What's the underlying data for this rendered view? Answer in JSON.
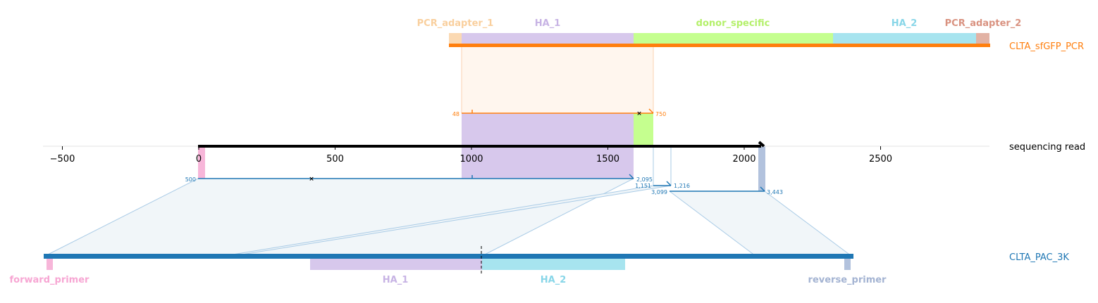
{
  "colors": {
    "ref": "#ff7f0e",
    "read": "#000000",
    "target": "#1f77b4",
    "pcr_adapter_1": "#fbd9b2",
    "pcr_adapter_1_text": "#f9cf9d",
    "ha_1": "#d7c8ec",
    "ha_1_text": "#c7b3e4",
    "donor_specific": "#c5ff8f",
    "donor_specific_text": "#b4f06a",
    "ha_2": "#a7e4ef",
    "ha_2_text": "#88d6e8",
    "pcr_adapter_2": "#e2b2a4",
    "pcr_adapter_2_text": "#d99280",
    "forward_primer": "#f7b6d9",
    "reverse_primer": "#b2c2dd",
    "reverse_primer_text": "#a3b3d2"
  },
  "top_features": [
    {
      "id": "pcr_adapter_1",
      "label": "PCR_adapter_1"
    },
    {
      "id": "ha_1",
      "label": "HA_1"
    },
    {
      "id": "donor_specific",
      "label": "donor_specific"
    },
    {
      "id": "ha_2",
      "label": "HA_2"
    },
    {
      "id": "pcr_adapter_2",
      "label": "PCR_adapter_2"
    }
  ],
  "bottom_features": [
    {
      "id": "forward_primer",
      "label": "forward_primer"
    },
    {
      "id": "ha_1",
      "label": "HA_1"
    },
    {
      "id": "ha_2",
      "label": "HA_2"
    },
    {
      "id": "reverse_primer",
      "label": "reverse_primer"
    }
  ],
  "tracks": {
    "reference": "CLTA_sfGFP_PCR",
    "read": "sequencing read",
    "target": "CLTA_PAC_3K"
  },
  "axis": {
    "ticks": [
      -500,
      0,
      500,
      1000,
      1500,
      2000,
      2500
    ],
    "tick_labels": [
      "−500",
      "0",
      "500",
      "1000",
      "1500",
      "2000",
      "2500"
    ]
  },
  "alignments": {
    "reference": {
      "start_label": "48",
      "end_label": "750"
    },
    "target_1": {
      "start_label": "500",
      "end_label": "2,095"
    },
    "target_2": {
      "start_label": "1,151",
      "end_label": "1,216"
    },
    "target_3": {
      "start_label": "3,099",
      "end_label": "3,443"
    }
  }
}
